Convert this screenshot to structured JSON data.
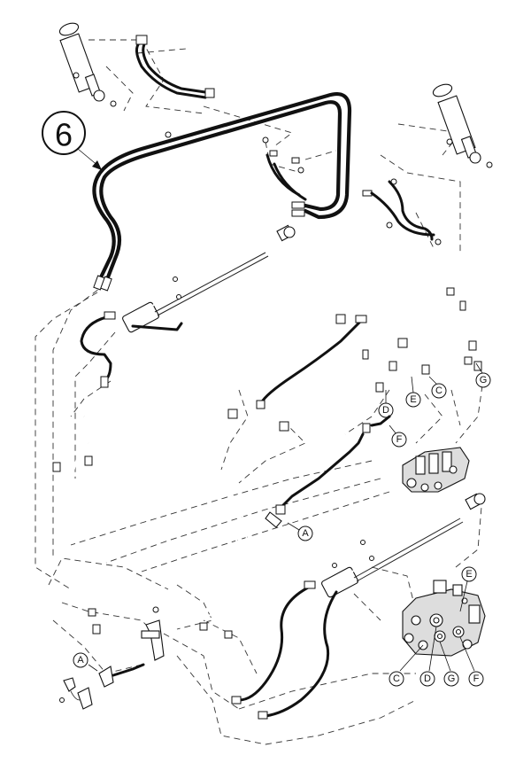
{
  "reference_number": "6",
  "callouts": {
    "upper": [
      "D",
      "E",
      "C",
      "G",
      "F"
    ],
    "hose_end": "A",
    "lower_left": "A",
    "valve": [
      "E",
      "C",
      "D",
      "G",
      "F"
    ]
  }
}
